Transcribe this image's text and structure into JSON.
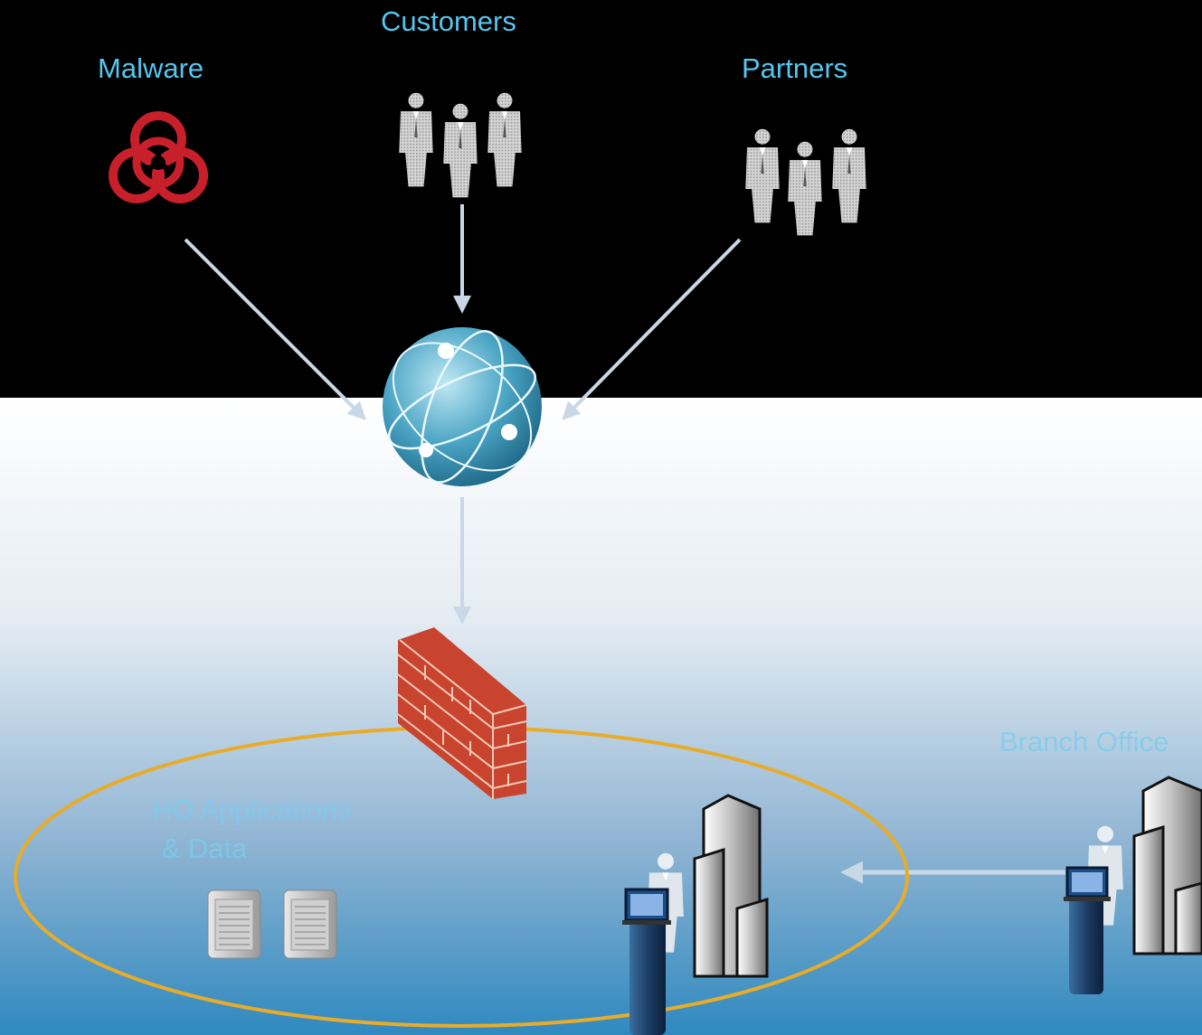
{
  "labels": {
    "malware": "Malware",
    "customers": "Customers",
    "partners": "Partners",
    "branch_office": "Branch Office",
    "ho_line1": "HO Applications",
    "ho_line2": " & Data"
  },
  "colors": {
    "top_background": "#000000",
    "label_blue": "#55c6ef",
    "malware_red": "#c8202a",
    "arrow": "#c9d7e6",
    "ellipse": "#e8ac2a",
    "brick": "#c8442e"
  },
  "icons": [
    "biohazard-icon",
    "people-group-icon",
    "globe-icon",
    "firewall-icon",
    "server-icon",
    "building-icon",
    "person-laptop-icon"
  ]
}
